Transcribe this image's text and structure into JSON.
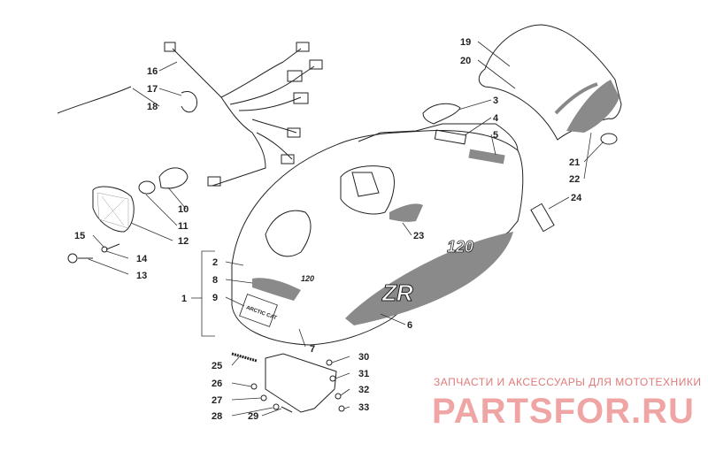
{
  "labels": {
    "l1": "1",
    "l2": "2",
    "l3": "3",
    "l4": "4",
    "l5": "5",
    "l6": "6",
    "l7": "7",
    "l8": "8",
    "l9": "9",
    "l10": "10",
    "l11": "11",
    "l12": "12",
    "l13": "13",
    "l14": "14",
    "l15": "15",
    "l16": "16",
    "l17": "17",
    "l18": "18",
    "l19": "19",
    "l20": "20",
    "l21": "21",
    "l22": "22",
    "l23": "23",
    "l24": "24",
    "l25": "25",
    "l26": "26",
    "l27": "27",
    "l28": "28",
    "l29": "29",
    "l30": "30",
    "l31": "31",
    "l32": "32",
    "l33": "33"
  },
  "decals": {
    "hood_model": "ZR",
    "hood_number": "120",
    "small_badge": "ARCTIC CAT",
    "side_text": "120"
  },
  "watermark": {
    "tagline": "ЗАПЧАСТИ И АКСЕССУАРЫ ДЛЯ МОТОТЕХНИКИ",
    "brand": "PARTSFOR.RU"
  },
  "colors": {
    "line": "#222222",
    "decal_gray": "#8a8a8a",
    "decal_light": "#cfcfcf",
    "watermark": "#f0a5a5"
  }
}
